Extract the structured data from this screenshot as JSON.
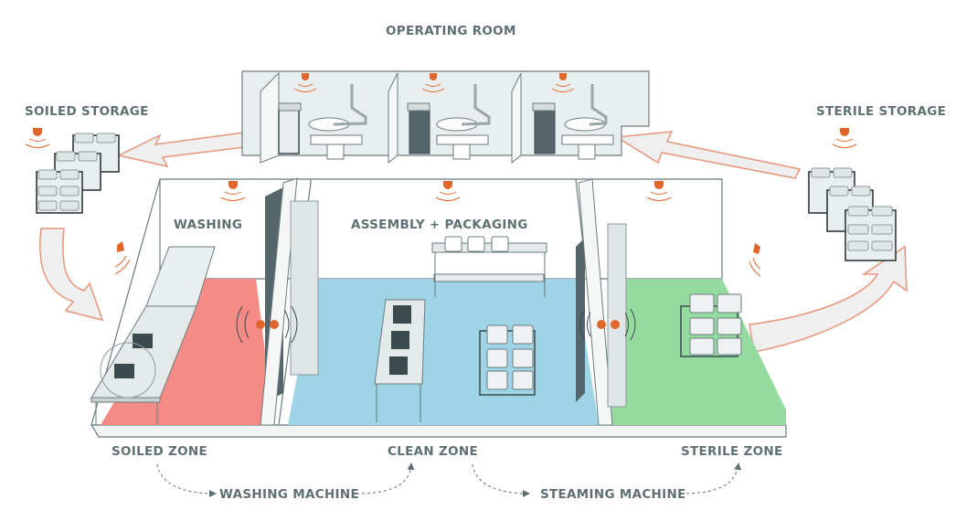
{
  "labels": {
    "operating_room": "OPERATING ROOM",
    "soiled_storage": "SOILED STORAGE",
    "sterile_storage": "STERILE STORAGE",
    "washing": "WASHING",
    "assembly_packaging": "ASSEMBLY + PACKAGING",
    "soiled_zone": "SOILED ZONE",
    "clean_zone": "CLEAN ZONE",
    "sterile_zone": "STERILE ZONE",
    "washing_machine": "WASHING MACHINE",
    "steaming_machine": "STEAMING MACHINE"
  },
  "colors": {
    "soiled_floor": "#f48b87",
    "clean_floor": "#9fd3e6",
    "sterile_floor": "#95dba0",
    "sensor": "#e0662c",
    "wall": "#ffffff",
    "wall_line": "#6a7b7e",
    "arrow_fill": "#eeeeee",
    "arrow_stroke": "#e8957a",
    "text": "#5f7074",
    "equipment": "#c9d2d3",
    "dark_equipment": "#55666a"
  }
}
